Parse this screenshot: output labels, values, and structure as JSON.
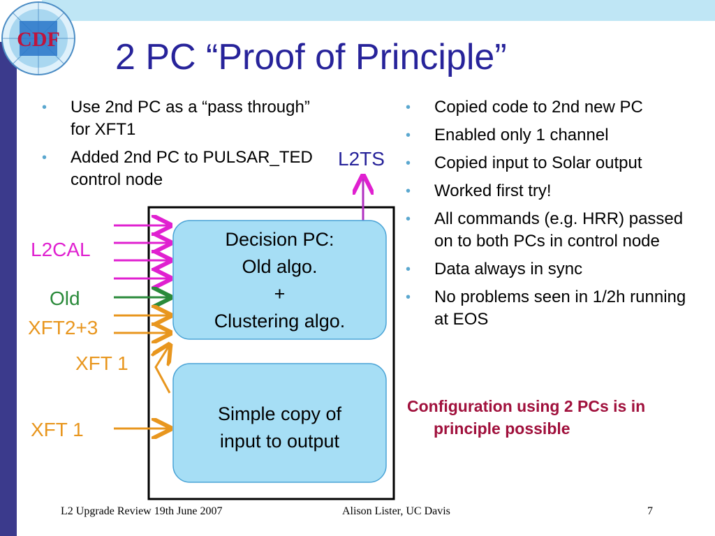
{
  "logo": {
    "text": "CDF"
  },
  "title": "2 PC “Proof of Principle”",
  "left_bullets": [
    "Use 2nd PC as a “pass through” for XFT1",
    "Added 2nd PC to PULSAR_TED control node"
  ],
  "right_bullets": [
    "Copied code to 2nd new PC",
    "Enabled only 1 channel",
    "Copied input to Solar output",
    "Worked first try!",
    "All commands (e.g. HRR) passed on to both PCs in control node",
    "Data always in sync",
    "No problems seen in 1/2h running at EOS"
  ],
  "conclusion": {
    "line1": "Configuration using 2 PCs is in",
    "line2": "principle possible"
  },
  "diagram": {
    "l2ts": "L2TS",
    "l2cal": "L2CAL",
    "old": "Old",
    "xft23": "XFT2+3",
    "xft1_upper": "XFT 1",
    "xft1_lower": "XFT 1",
    "decision_box": [
      "Decision PC:",
      "Old algo.",
      "+",
      "Clustering algo."
    ],
    "copy_box": [
      "Simple copy of",
      "input to output"
    ]
  },
  "colors": {
    "title": "#27239a",
    "magenta": "#e020d0",
    "green": "#2a8a3a",
    "orange": "#e8961e",
    "box_fill": "#a6def5",
    "conclusion": "#a0103c"
  },
  "footer": {
    "left": "L2  Upgrade Review 19th June 2007",
    "center": "Alison Lister, UC Davis",
    "page": "7"
  }
}
